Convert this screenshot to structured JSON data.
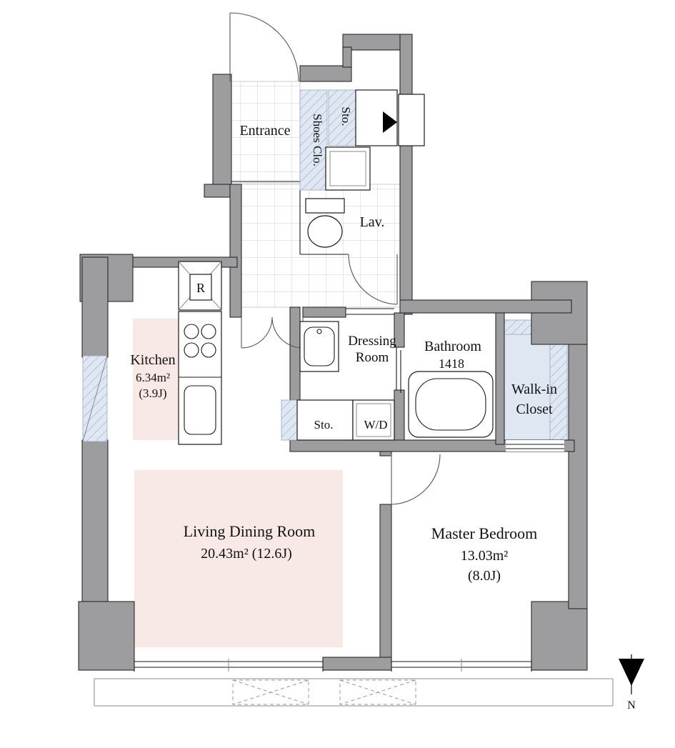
{
  "colors": {
    "wall": "#9d9da0",
    "outline": "#1a1a1a",
    "floor_pink": "#f8e9e7",
    "floor_blue": "#dfe7f2",
    "hatch_line": "#9db0cf",
    "tile_line": "#cfcfd4"
  },
  "plan": {
    "entrance": {
      "label": "Entrance"
    },
    "shoes_closet": {
      "label": "Shoes Clo."
    },
    "storage_upper": {
      "label": "Sto."
    },
    "lavatory": {
      "label": "Lav."
    },
    "refrigerator": {
      "label": "R"
    },
    "kitchen": {
      "name": "Kitchen",
      "area_m2": "6.34m²",
      "area_jo": "(3.9J)"
    },
    "dressing_room": {
      "name_line1": "Dressing",
      "name_line2": "Room"
    },
    "storage_dressing": {
      "label": "Sto."
    },
    "washer_dryer": {
      "label": "W/D"
    },
    "bathroom": {
      "name": "Bathroom",
      "size": "1418"
    },
    "walk_in_closet": {
      "name_line1": "Walk-in",
      "name_line2": "Closet"
    },
    "living_dining": {
      "name": "Living Dining Room",
      "area": "20.43m² (12.6J)"
    },
    "master_bedroom": {
      "name": "Master Bedroom",
      "area_m2": "13.03m²",
      "area_jo": "(8.0J)"
    },
    "compass": {
      "north_label": "N"
    }
  }
}
